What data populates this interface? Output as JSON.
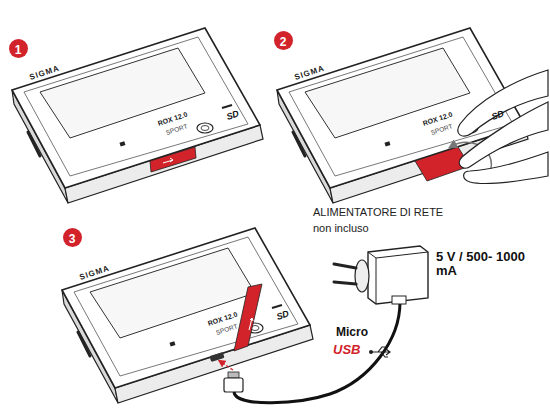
{
  "diagram": {
    "nodes": [
      {
        "text": [
          "1"
        ]
      },
      {
        "text": [
          "2"
        ]
      },
      {
        "text": [
          "3"
        ]
      }
    ],
    "labels": [
      "SIGMA",
      "ROX 12.0",
      "SPORT",
      "SD",
      "SIGMA",
      "ROX 12.0",
      "SPORT",
      "SD",
      "SIGMA",
      "ROX 12.0",
      "SPORT",
      "SD",
      "ALIMENTATORE DI RETE",
      "non incluso",
      "5 V / 500- 1000 mA",
      "Micro",
      "USB"
    ]
  }
}
